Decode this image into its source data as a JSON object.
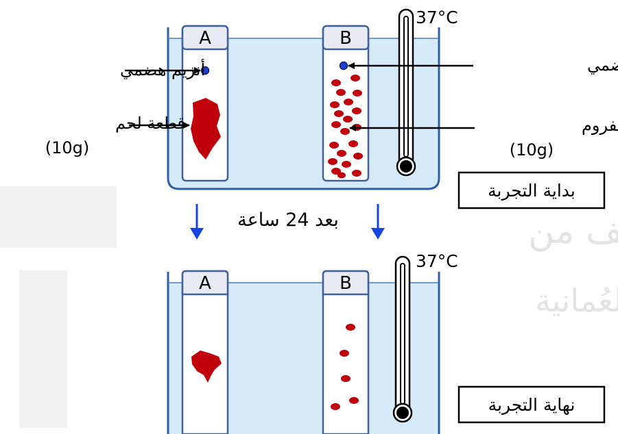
{
  "watermark": {
    "line1": "تم تحميل هذا الملف من",
    "line2": "موقع المناهج العُمانية"
  },
  "temperature": "37°C",
  "tubes": {
    "a": "A",
    "b": "B"
  },
  "start": {
    "label": "بداية التجربة",
    "enzyme_left": "أنزيم هضمي",
    "enzyme_right": "أنزيم هضمي",
    "meat_piece": "قطعة لحم",
    "meat_piece_mass": "(10g)",
    "minced_meat": "لحم مفروم",
    "minced_meat_mass": "(10g)"
  },
  "transition": {
    "label": "بعد 24 ساعة"
  },
  "end": {
    "label": "نهاية التجربة"
  },
  "colors": {
    "water": "#d6ebfa",
    "container_border": "#2f5fa8",
    "tube_border": "#41619a",
    "meat": "#c0000a",
    "enzyme": "#1e3fd0",
    "arrow_blue": "#1646e0"
  }
}
